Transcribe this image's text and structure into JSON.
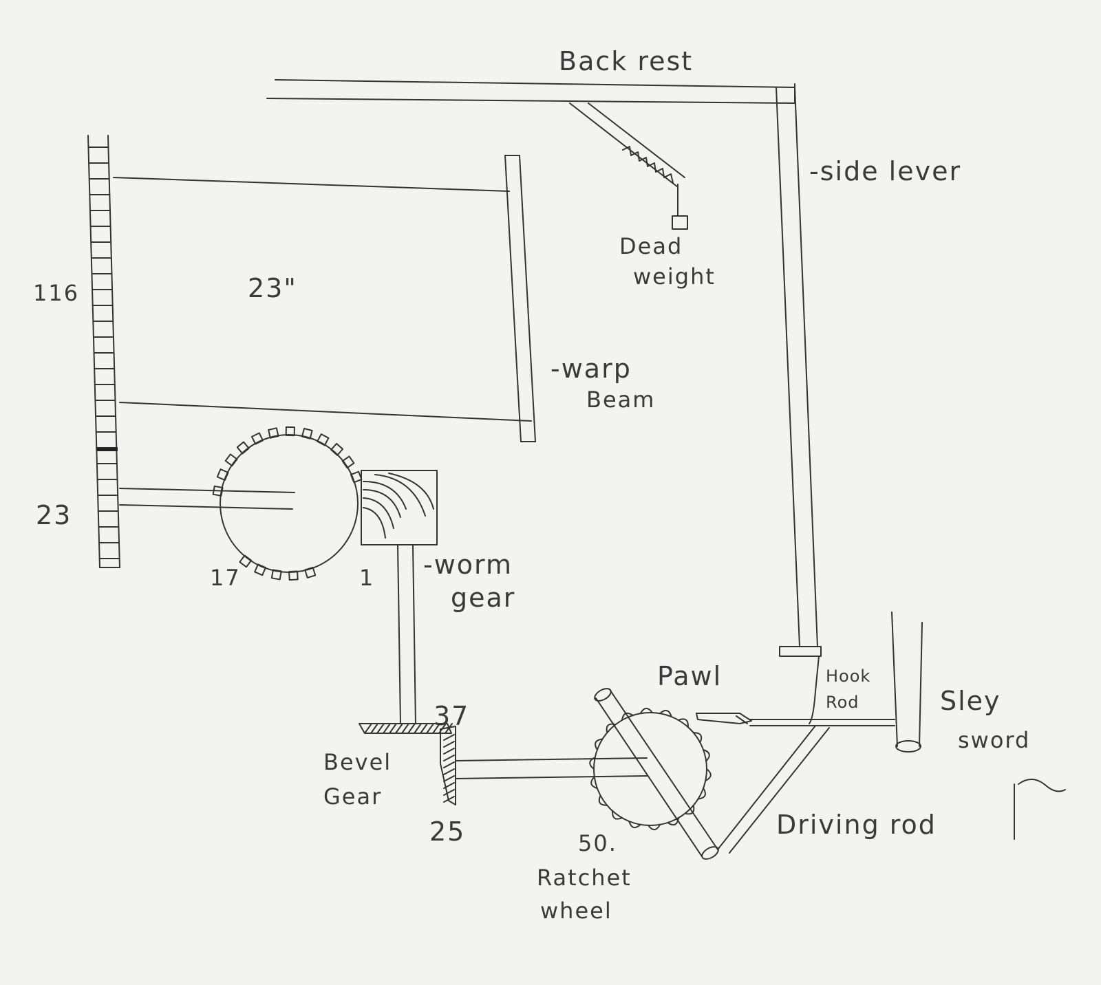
{
  "labels": {
    "back_rest": "Back rest",
    "side_lever": "-side lever",
    "dead_weight_line1": "Dead",
    "dead_weight_line2": "weight",
    "warp_beam_line1": "-warp",
    "warp_beam_line2": "Beam",
    "warp_width": "23\"",
    "take_up_teeth": "116",
    "change_wheel_teeth": "23",
    "worm_wheel_teeth": "17",
    "worm_teeth": "1",
    "worm_gear_line1": "-worm",
    "worm_gear_line2": "gear",
    "pawl": "Pawl",
    "hook_rod_line1": "Hook",
    "hook_rod_line2": "Rod",
    "sley_sword_line1": "Sley",
    "sley_sword_line2": "sword",
    "bevel_gear_line1": "Bevel",
    "bevel_gear_line2": "Gear",
    "bevel_teeth_top": "37",
    "bevel_teeth_bottom": "25",
    "ratchet_teeth": "50.",
    "ratchet_wheel_line1": "Ratchet",
    "ratchet_wheel_line2": "wheel",
    "driving_rod": "Driving rod"
  }
}
